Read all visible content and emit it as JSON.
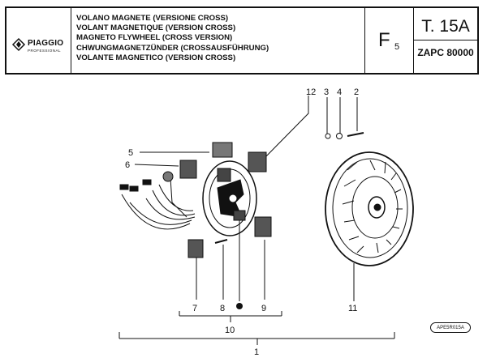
{
  "header": {
    "logo_text": "PIAGGIO",
    "logo_sub": "PROFESSIONAL",
    "titles": [
      "VOLANO MAGNETE (VERSIONE CROSS)",
      "VOLANT MAGNETIQUE (VERSION CROSS)",
      "MAGNETO FLYWHEEL (CROSS VERSION)",
      "CHWUNGMAGNETZÜNDER (CROSSAUSFÜHRUNG)",
      "VOLANTE MAGNETICO (VERSION CROSS)"
    ],
    "code_letter": "F",
    "code_sub": "5",
    "table_no": "T. 15A",
    "series": "ZAPC 80000"
  },
  "callouts": [
    "1",
    "2",
    "3",
    "4",
    "5",
    "6",
    "7",
    "8",
    "9",
    "10",
    "11",
    "12"
  ],
  "reference": "APE5R015A"
}
